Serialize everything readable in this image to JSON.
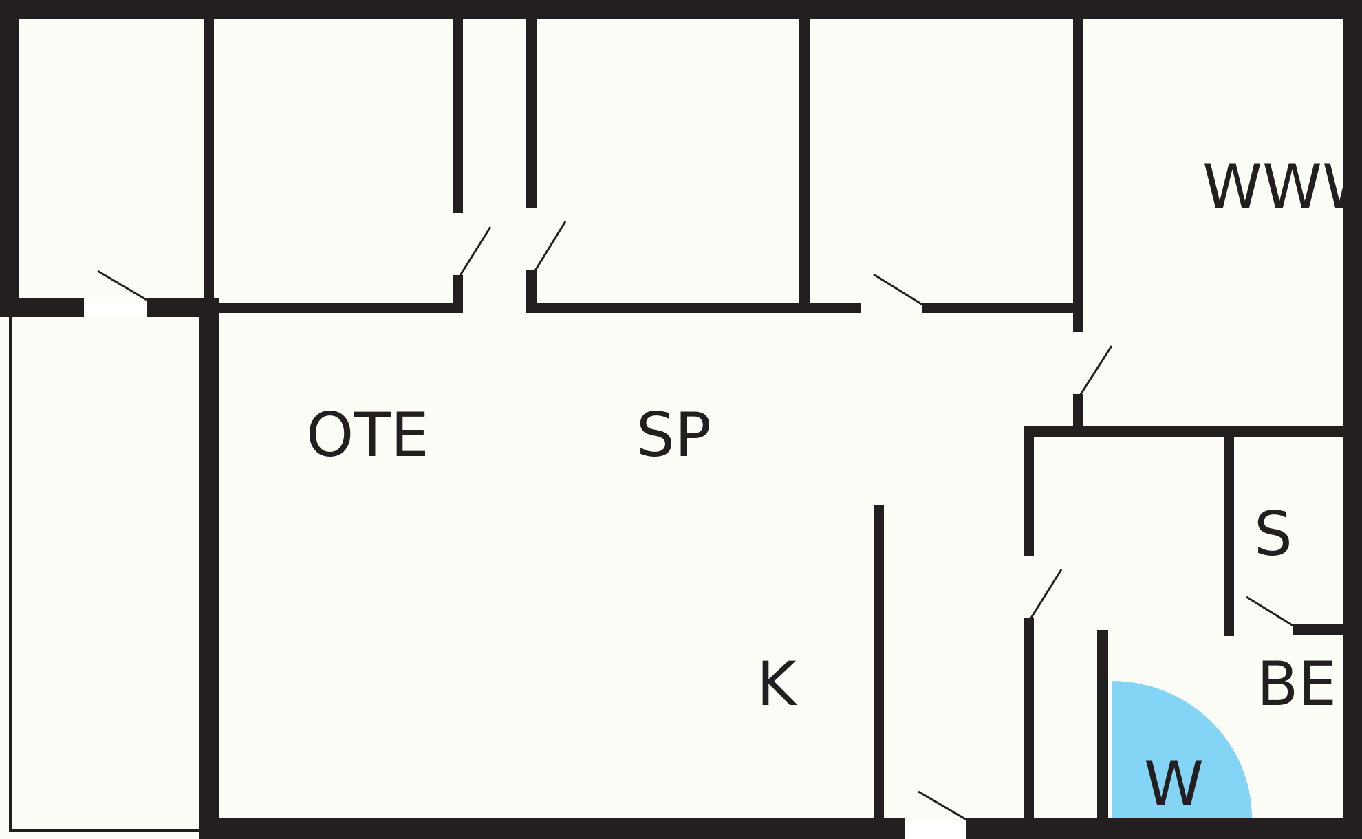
{
  "colors": {
    "floor": "#fdfdf8",
    "wall": "#231f20",
    "shower": "#83d4f5",
    "door_gap": "#ffffff"
  },
  "rooms": {
    "ote": "OTE",
    "sp": "SP",
    "k": "K",
    "www": "WWW",
    "s": "S",
    "be": "BE",
    "w": "W"
  }
}
